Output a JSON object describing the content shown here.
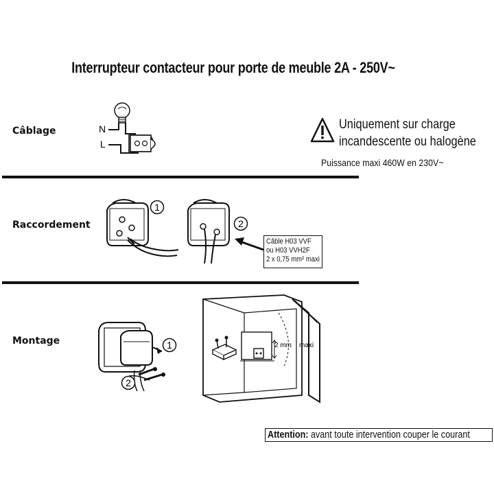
{
  "title": "Interrupteur contacteur pour porte de meuble 2A - 250V~",
  "sections": {
    "cablage": "Câblage",
    "raccordement": "Raccordement",
    "montage": "Montage"
  },
  "wiring": {
    "neutral": "N",
    "line": "L"
  },
  "warning": {
    "line1": "Uniquement  sur charge",
    "line2": "incandescente ou halogène",
    "icon": "warning-triangle-icon",
    "power": "Puissance maxi 460W en 230V~"
  },
  "cable_note": {
    "line1": "Câble H03 VVF",
    "line2": "ou H03 VVH2F",
    "line3": "2 x 0,75 mm² maxi"
  },
  "steps": {
    "one": "1",
    "two": "2"
  },
  "door_gap": {
    "value": "2 mm",
    "unit": "maxi"
  },
  "attention": {
    "label": "Attention:",
    "text": " avant toute intervention couper le courant"
  }
}
